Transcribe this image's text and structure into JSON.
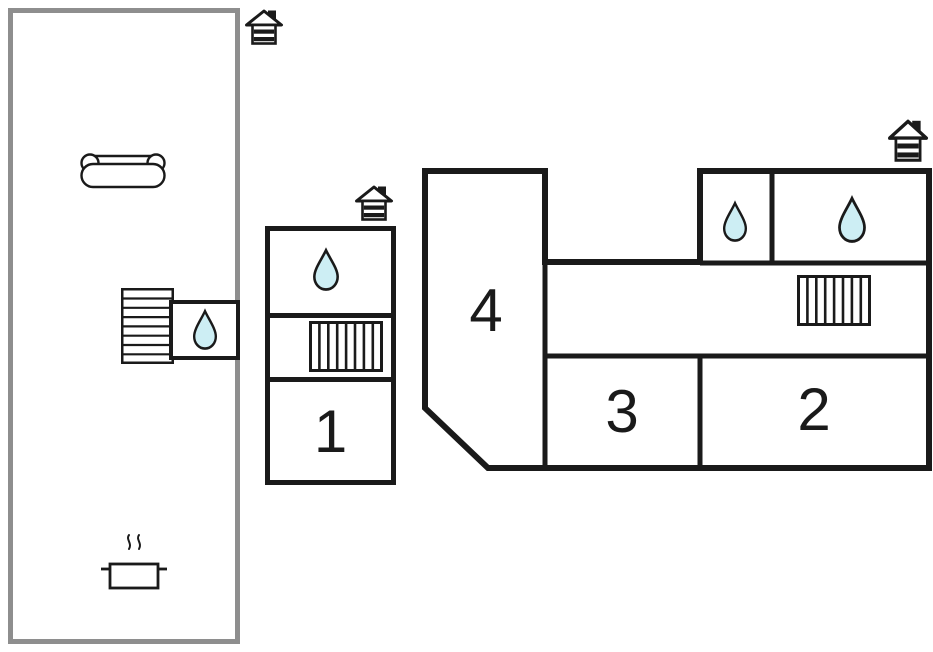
{
  "diagram": {
    "type": "floor-plan",
    "buildings": {
      "annex": {
        "name": "annex-outbuilding",
        "features": [
          "sofa",
          "stairs",
          "water-drop",
          "cooking-pot"
        ]
      },
      "building_1": {
        "rooms": [
          {
            "id": "room-1",
            "label": "1"
          }
        ],
        "features": [
          "water-drop",
          "radiator",
          "house-marker"
        ]
      },
      "main": {
        "rooms": [
          {
            "id": "room-4",
            "label": "4"
          },
          {
            "id": "room-3",
            "label": "3"
          },
          {
            "id": "room-2",
            "label": "2"
          }
        ],
        "features": [
          "water-drop",
          "water-drop",
          "radiator",
          "house-marker"
        ]
      }
    },
    "icons": {
      "house_marker": "house-with-chimney",
      "water_drop": "water-droplet",
      "radiator": "hatched-rectangle",
      "stairs": "rung-ladder",
      "sofa": "top-view-sofa",
      "cooking_pot": "pot-with-steam"
    },
    "colors": {
      "wall": "#1a1a1a",
      "annex_wall": "#8e8e8e",
      "water": "#cdeef4",
      "background": "#ffffff"
    }
  }
}
